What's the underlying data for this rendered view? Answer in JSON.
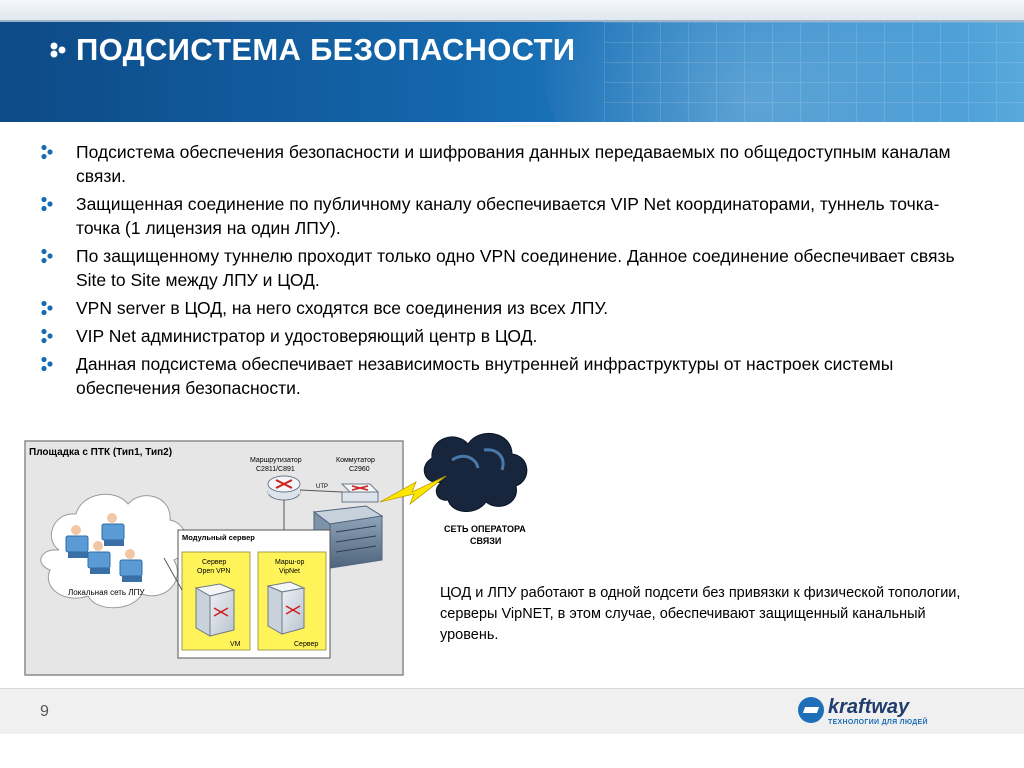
{
  "slide": {
    "title": "ПОДСИСТЕМА БЕЗОПАСНОСТИ",
    "page_number": "9",
    "accent_color": "#1a6bb5"
  },
  "bullets": [
    "Подсистема обеспечения безопасности и шифрования данных передаваемых по общедоступным каналам связи.",
    "Защищенная соединение по публичному каналу обеспечивается VIP Net координаторами, туннель точка-точка (1 лицензия на один ЛПУ).",
    "По защищенному туннелю проходит только одно VPN соединение. Данное соединение обеспечивает связь Site to Site между ЛПУ и ЦОД.",
    "VPN server в ЦОД, на него сходятся все соединения из всех ЛПУ.",
    "VIP Net администратор и удостоверяющий центр в ЦОД.",
    "Данная подсистема обеспечивает независимость внутренней инфраструктуры от настроек системы обеспечения безопасности."
  ],
  "diagram": {
    "site_label": "Площадка с ПТК (Тип1, Тип2)",
    "router_label": "Маршрутизатор",
    "router_model": "C2811/C891",
    "switch_label": "Коммутатор",
    "switch_model": "C2960",
    "link_label": "UTP",
    "modular_server_label": "Модульный сервер",
    "vpn_server_line1": "Сервер",
    "vpn_server_line2": "Open VPN",
    "vipnet_router_line1": "Марш-ор",
    "vipnet_router_line2": "VipNet",
    "vm_label": "VM",
    "server_label": "Сервер",
    "lan_label": "Локальная сеть ЛПУ",
    "operator_line1": "СЕТЬ ОПЕРАТОРА",
    "operator_line2": "СВЯЗИ"
  },
  "note": "ЦОД и ЛПУ работают в одной подсети без привязки к физической топологии, серверы VipNET, в этом случае, обеспечивают защищенный канальный уровень.",
  "logo": {
    "wordmark": "kraftway",
    "tagline": "ТЕХНОЛОГИИ ДЛЯ ЛЮДЕЙ"
  }
}
